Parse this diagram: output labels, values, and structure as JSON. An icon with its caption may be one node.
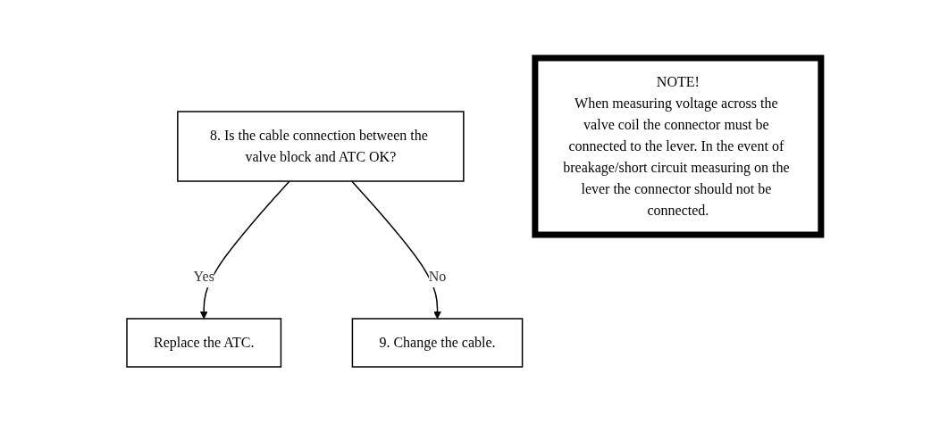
{
  "diagram": {
    "nodes": [
      {
        "text": [
          "8. Is the cable connection between the valve block and ATC OK?"
        ]
      },
      {
        "text": [
          "Replace the ATC."
        ]
      },
      {
        "text": [
          "9. Change the cable."
        ]
      },
      {
        "text": [
          "NOTE!",
          "When measuring voltage across the valve coil the connector must be connected to the lever. In the event of breakage/short circuit measuring on the lever the connector should not be connected."
        ]
      }
    ],
    "edges": [
      {
        "from": 0,
        "to": 1,
        "arrow": "to",
        "label": "Yes"
      },
      {
        "from": 0,
        "to": 2,
        "arrow": "to",
        "label": "No"
      }
    ]
  }
}
